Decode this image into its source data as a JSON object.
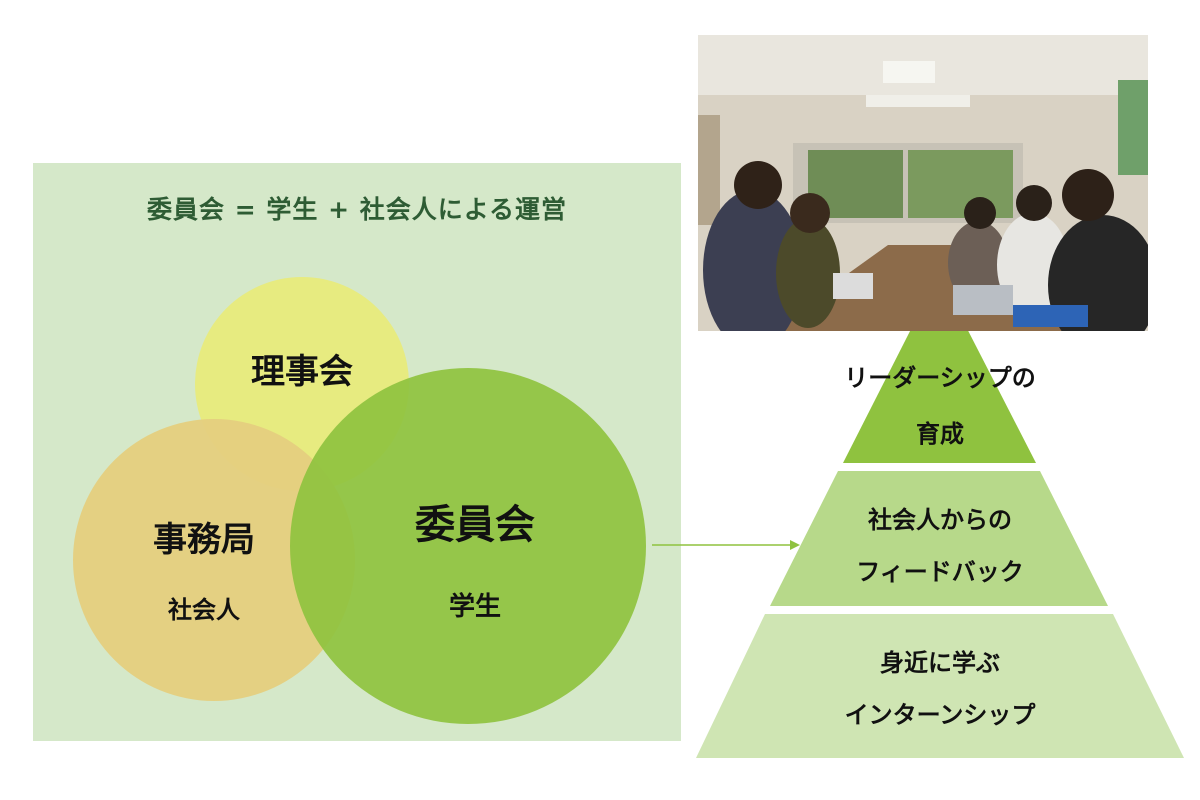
{
  "headline": "委員会 = 学生 + 社会人による運営",
  "venn": {
    "board": {
      "title": "理事会"
    },
    "office": {
      "title": "事務局",
      "subtitle": "社会人"
    },
    "committee": {
      "title": "委員会",
      "subtitle": "学生"
    }
  },
  "pyramid": {
    "top": [
      "リーダーシップの",
      "育成"
    ],
    "middle": [
      "社会人からの",
      "フィードバック"
    ],
    "bottom": [
      "身近に学ぶ",
      "インターンシップ"
    ]
  },
  "colors": {
    "panel": "#d5e8c9",
    "headline": "#2e5c34",
    "board": "#e8eb7c",
    "office": "#e5cf7e",
    "committee": "#8fc23f",
    "pyramid_top": "#8fc23f",
    "pyramid_middle": "#b7d98a",
    "pyramid_bottom": "#cfe5b3"
  }
}
